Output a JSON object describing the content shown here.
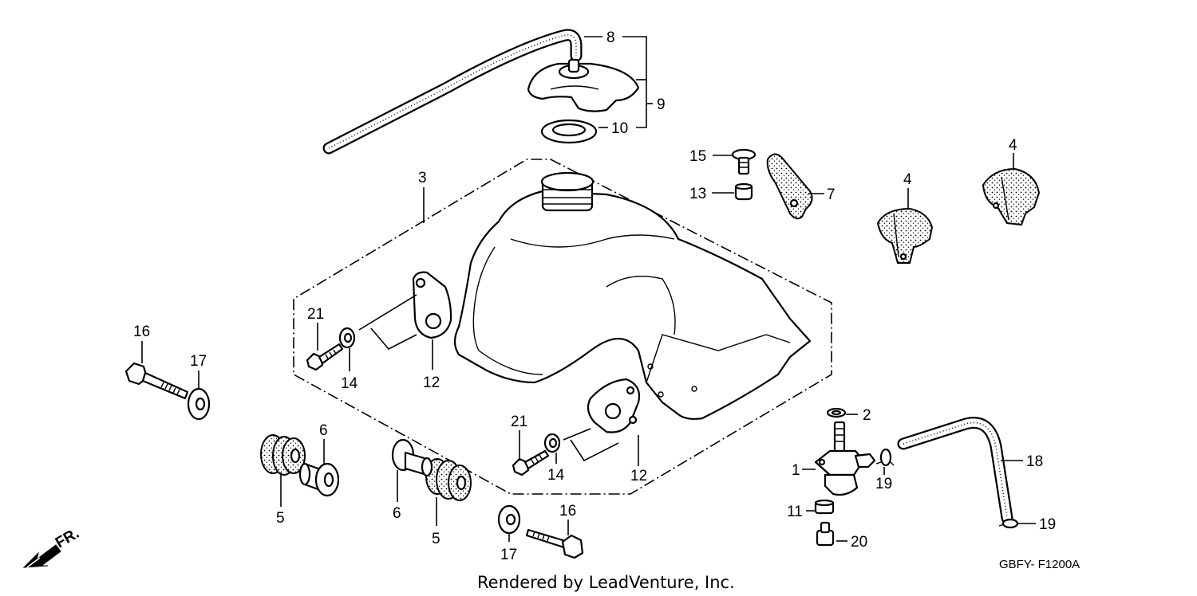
{
  "diagram": {
    "drawing_code": "GBFY- F1200A",
    "credit": "Rendered by LeadVenture, Inc.",
    "direction_marker": "FR."
  },
  "labels": {
    "p1": "1",
    "p2": "2",
    "p3": "3",
    "p4a": "4",
    "p4b": "4",
    "p5a": "5",
    "p5b": "5",
    "p6a": "6",
    "p6b": "6",
    "p7": "7",
    "p8": "8",
    "p9": "9",
    "p10": "10",
    "p11": "11",
    "p12a": "12",
    "p12b": "12",
    "p13": "13",
    "p14a": "14",
    "p14b": "14",
    "p15": "15",
    "p16a": "16",
    "p16b": "16",
    "p17a": "17",
    "p17b": "17",
    "p18": "18",
    "p19a": "19",
    "p19b": "19",
    "p20": "20",
    "p21a": "21",
    "p21b": "21"
  }
}
